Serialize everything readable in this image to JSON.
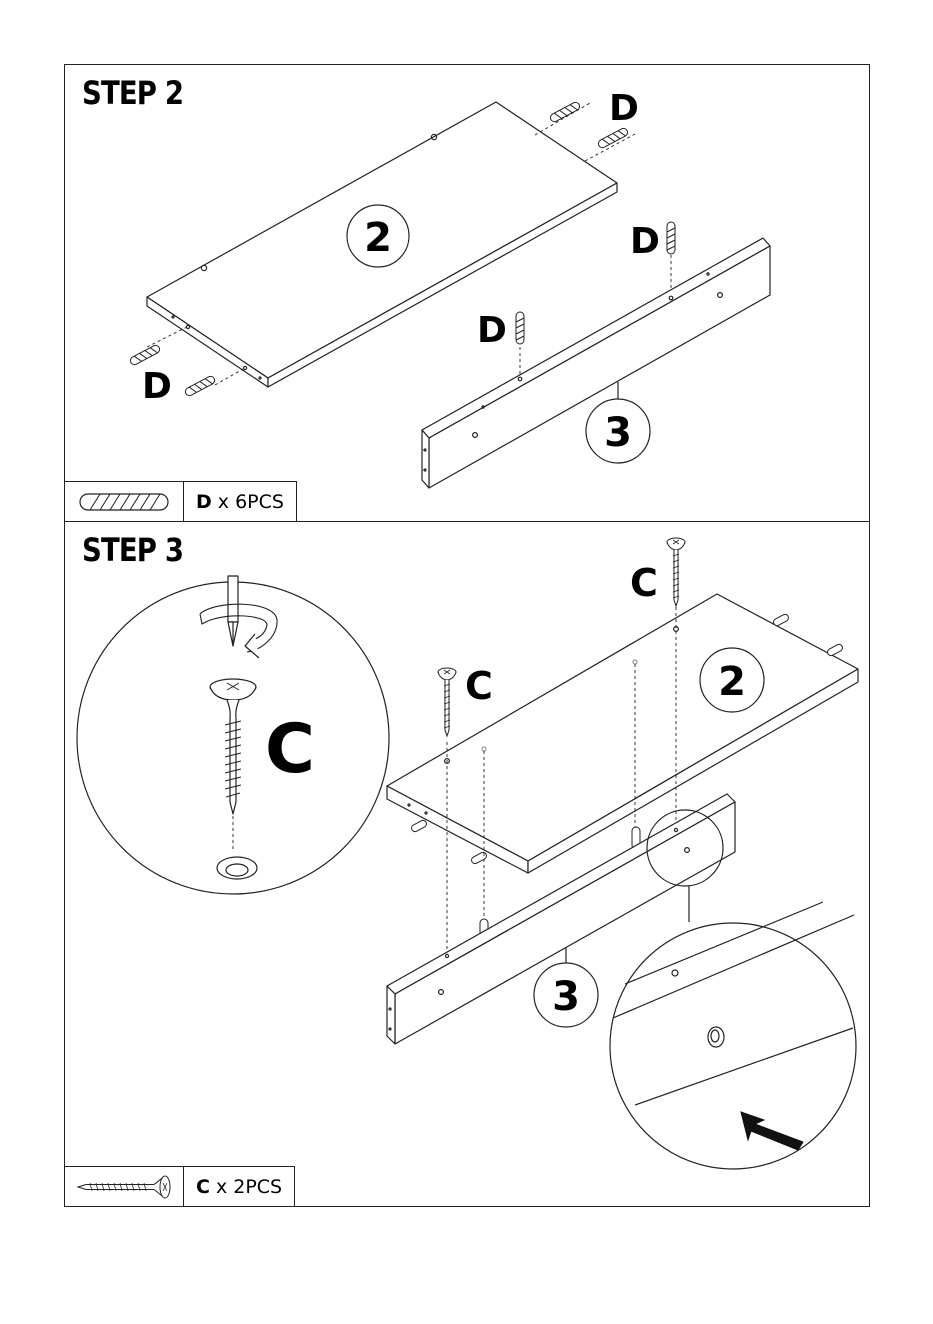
{
  "step2": {
    "title": "STEP 2",
    "part_labels": [
      "2",
      "3"
    ],
    "dowel_label": "D",
    "legend": {
      "part": "D",
      "quantity": "x 6PCS",
      "icon": "dowel-icon"
    }
  },
  "step3": {
    "title": "STEP 3",
    "part_labels": [
      "2",
      "3"
    ],
    "screw_label": "C",
    "detail_label": "C",
    "legend": {
      "part": "C",
      "quantity": "x 2PCS",
      "icon": "screw-icon"
    }
  },
  "colors": {
    "line": "#222222",
    "paper": "#ffffff",
    "arrow": "#111111"
  }
}
